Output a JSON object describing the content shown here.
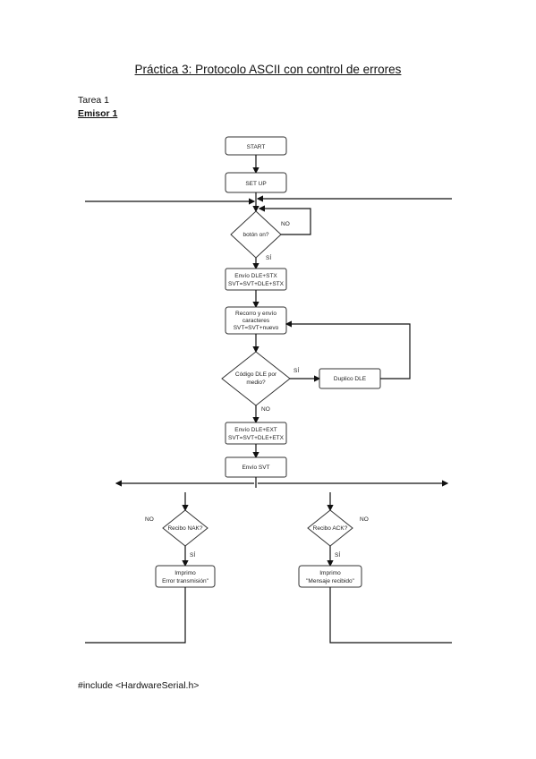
{
  "document": {
    "title": "Práctica 3: Protocolo ASCII con control de errores",
    "section": "Tarea 1",
    "subsection": "Emisor 1",
    "code_line": "#include <HardwareSerial.h>"
  },
  "flowchart": {
    "start": "START",
    "setup": "SET UP",
    "decision_button": "botón on?",
    "no_label_1": "NO",
    "si_label_1": "SÍ",
    "send_header_1": "Envío DLE+STX",
    "send_header_2": "SVT=SVT+DLE+STX",
    "read_chars_1": "Recorro y envío",
    "read_chars_2": "caracteres",
    "read_chars_3": "SVT=SVT+nuevo",
    "decision_dle_1": "Código DLE por",
    "decision_dle_2": "medio?",
    "si_label_2": "SÍ",
    "duplicate_dle": "Duplico DLE",
    "no_label_2": "NO",
    "send_trailer_1": "Envío DLE+EXT",
    "send_trailer_2": "SVT=SVT+DLE+ETX",
    "send_svt": "Envío SVT",
    "decision_nak": "Recibo NAK?",
    "no_label_3": "NO",
    "si_label_3": "SÍ",
    "print_error_1": "Imprimo",
    "print_error_2": "Error transmisión\"",
    "decision_ack": "Recibo ACK?",
    "no_label_4": "NO",
    "si_label_4": "SÍ",
    "print_ok_1": "Imprimo",
    "print_ok_2": "\"Mensaje recibido\""
  }
}
